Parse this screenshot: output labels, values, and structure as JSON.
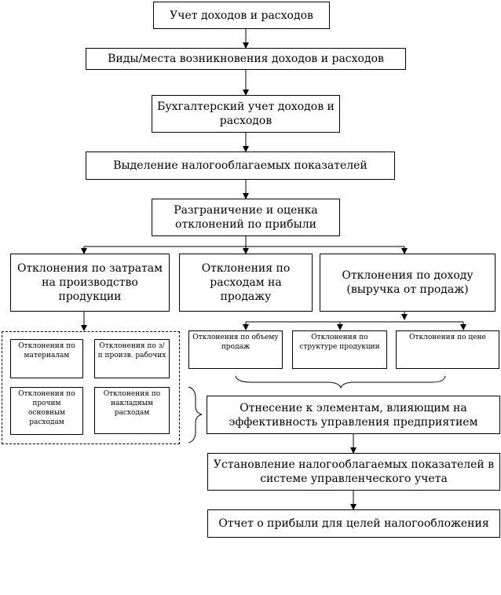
{
  "flowchart": {
    "b1": "Учет доходов и расходов",
    "b2": "Виды/места возникновения доходов и расходов",
    "b3": "Бухгалтерский учет доходов и расходов",
    "b4": "Выделение налогооблагаемых показателей",
    "b5": "Разграничение и оценка отклонений по прибыли",
    "b6": "Отклонения по затратам на производство продукции",
    "b7": "Отклонения по расходам на продажу",
    "b8": "Отклонения по доходу (выручка от продаж)",
    "s1": "Отклонения по материалам",
    "s2": "Отклонения по з/п произв. рабочих",
    "s3": "Отклонения по прочим основным расходам",
    "s4": "Отклонения по накладным расходам",
    "r1": "Отклонения по объему продаж",
    "r2": "Отклонения по структуре продукции",
    "r3": "Отклонения по цене",
    "b9": "Отнесение к элементам, влияющим на эффективность управления предприятием",
    "b10": "Установление налогооблагаемых показателей в системе управленческого учета",
    "b11": "Отчет о прибыли для целей налогообложения"
  }
}
